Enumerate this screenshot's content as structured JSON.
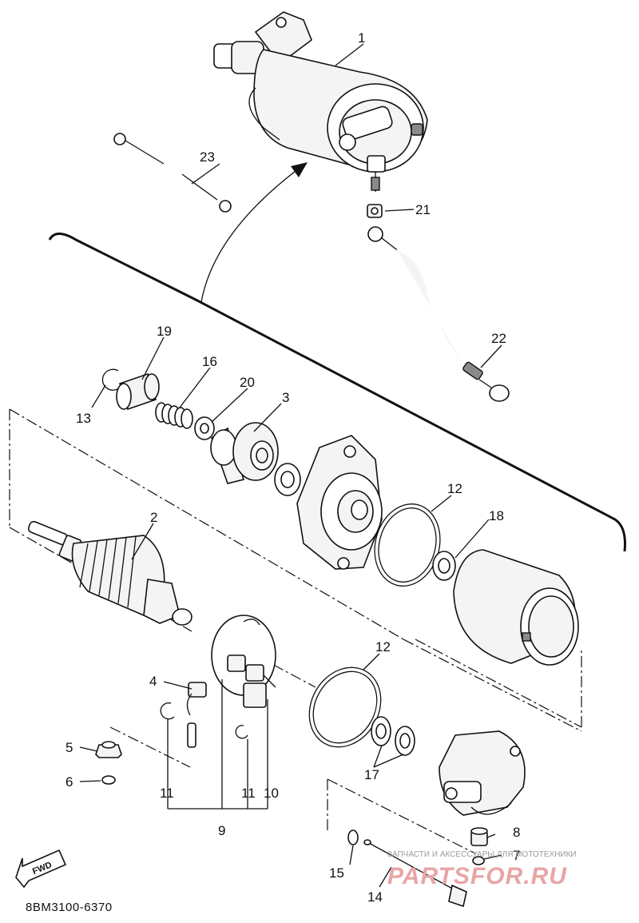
{
  "diagram": {
    "code": "8BM3100-6370",
    "fwd": "FWD",
    "watermark": {
      "line1": "ЗАПЧАСТИ И АКСЕССУАРЫ ДЛЯ МОТОТЕХНИКИ",
      "line2": "PARTSFOR.RU"
    },
    "callouts": [
      {
        "id": "c1",
        "label": "1"
      },
      {
        "id": "c2",
        "label": "2"
      },
      {
        "id": "c3",
        "label": "3"
      },
      {
        "id": "c4",
        "label": "4"
      },
      {
        "id": "c5",
        "label": "5"
      },
      {
        "id": "c6",
        "label": "6"
      },
      {
        "id": "c7",
        "label": "7"
      },
      {
        "id": "c8",
        "label": "8"
      },
      {
        "id": "c9",
        "label": "9"
      },
      {
        "id": "c10",
        "label": "10"
      },
      {
        "id": "c11a",
        "label": "11"
      },
      {
        "id": "c11b",
        "label": "11"
      },
      {
        "id": "c12a",
        "label": "12"
      },
      {
        "id": "c12b",
        "label": "12"
      },
      {
        "id": "c13",
        "label": "13"
      },
      {
        "id": "c14",
        "label": "14"
      },
      {
        "id": "c15",
        "label": "15"
      },
      {
        "id": "c16",
        "label": "16"
      },
      {
        "id": "c17",
        "label": "17"
      },
      {
        "id": "c18",
        "label": "18"
      },
      {
        "id": "c19",
        "label": "19"
      },
      {
        "id": "c20",
        "label": "20"
      },
      {
        "id": "c21",
        "label": "21"
      },
      {
        "id": "c22",
        "label": "22"
      },
      {
        "id": "c23",
        "label": "23"
      }
    ]
  }
}
